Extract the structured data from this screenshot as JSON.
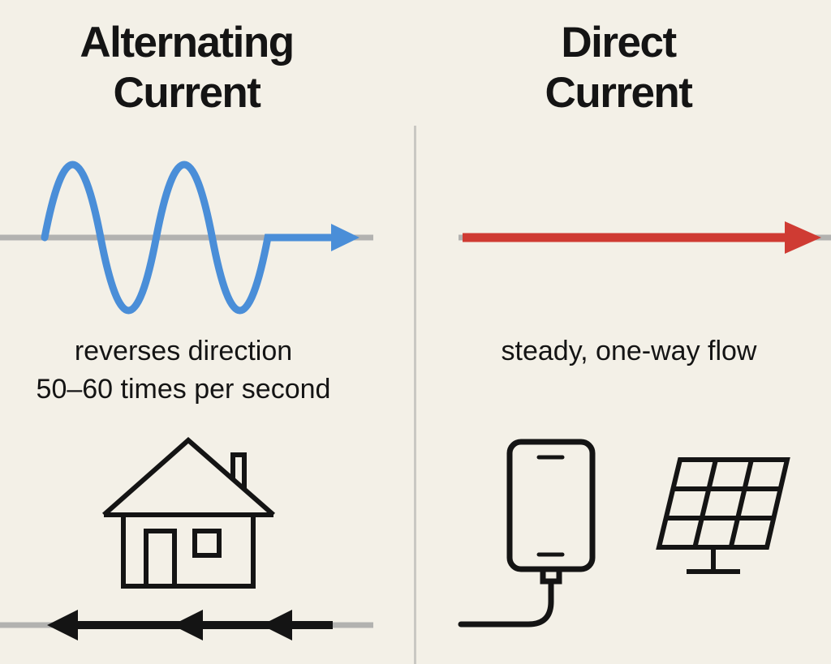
{
  "colors": {
    "background": "#f3f0e7",
    "ink": "#141414",
    "ac_wave": "#4a8ed8",
    "dc_arrow": "#cf3b33",
    "baseline": "#b2b2b0",
    "divider": "#c9c8c3"
  },
  "left_panel": {
    "title_line1": "Alternating",
    "title_line2": "Current",
    "caption_line1": "reverses direction",
    "caption_line2": "50–60 times per second"
  },
  "right_panel": {
    "title_line1": "Direct",
    "title_line2": "Current",
    "caption_line1": "steady, one-way flow"
  },
  "icons": {
    "left": [
      "ac-sine-wave-icon",
      "ac-flow-right-arrow-icon",
      "house-icon",
      "reverse-flow-left-arrows-icon"
    ],
    "right": [
      "dc-right-arrow-icon",
      "phone-charging-icon",
      "solar-panel-icon"
    ]
  }
}
